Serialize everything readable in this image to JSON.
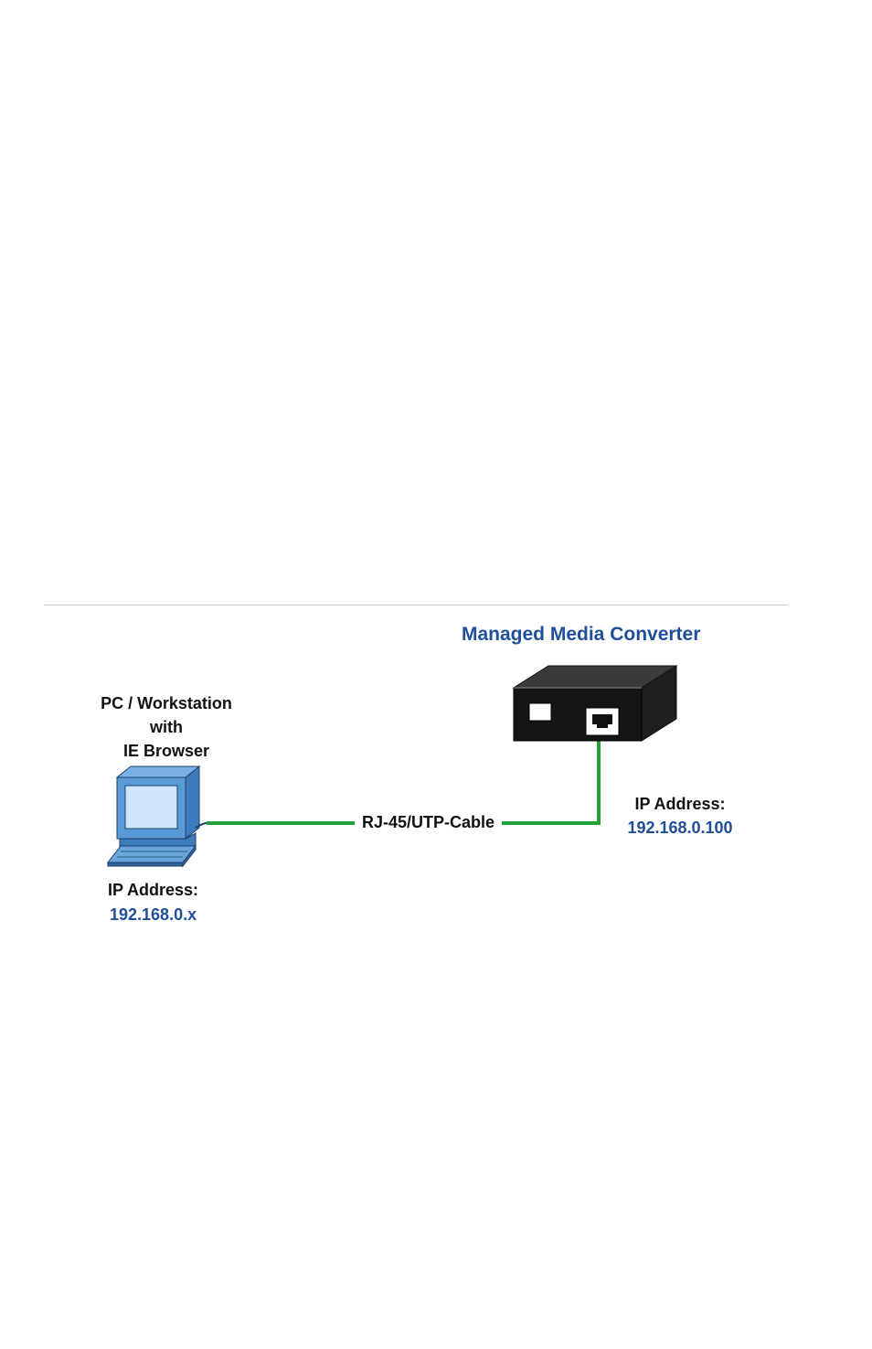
{
  "diagram": {
    "title": "Managed Media Converter",
    "pc": {
      "label_line1": "PC / Workstation",
      "label_line2": "with",
      "label_line3": "IE Browser",
      "ip_label": "IP Address:",
      "ip_value": "192.168.0.x"
    },
    "cable": {
      "label": "RJ-45/UTP-Cable",
      "color": "#22a33a"
    },
    "converter": {
      "ip_label": "IP Address:",
      "ip_value": "192.168.0.100"
    },
    "colors": {
      "accent_blue": "#1f4e9a",
      "text_dark": "#111111"
    },
    "icons": [
      "computer-icon",
      "media-converter-icon"
    ]
  }
}
